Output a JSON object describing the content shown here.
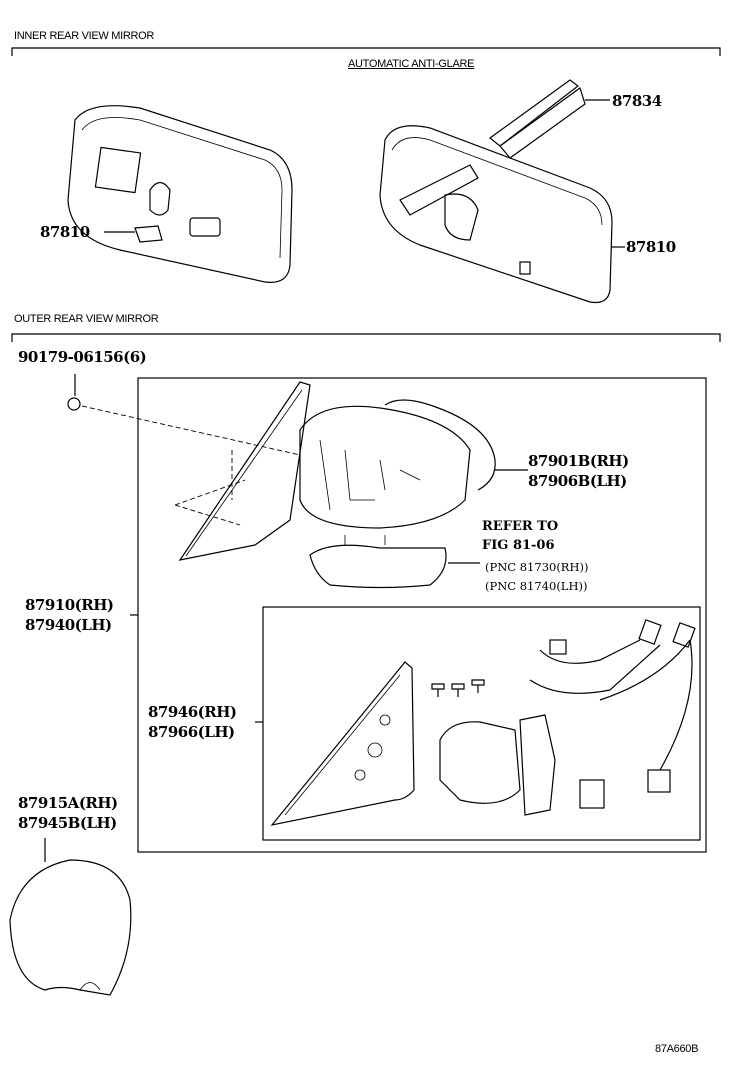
{
  "sections": {
    "inner_title": "INNER REAR VIEW MIRROR",
    "inner_subtitle": "AUTOMATIC ANTI-GLARE",
    "outer_title": "OUTER REAR VIEW MIRROR"
  },
  "parts": {
    "p87834": "87834",
    "p87810_left": "87810",
    "p87810_right": "87810",
    "bolt": "90179-06156(6)",
    "glass_rh": "87901B(RH)",
    "glass_lh": "87906B(LH)",
    "assy_rh": "87910(RH)",
    "assy_lh": "87940(LH)",
    "base_rh": "87946(RH)",
    "base_lh": "87966(LH)",
    "cover_rh": "87915A(RH)",
    "cover_lh": "87945B(LH)"
  },
  "reference": {
    "line1": "REFER TO",
    "line2": "FIG 81-06",
    "line3": "(PNC 81730(RH))",
    "line4": "(PNC 81740(LH))"
  },
  "figure_code": "87A660B"
}
